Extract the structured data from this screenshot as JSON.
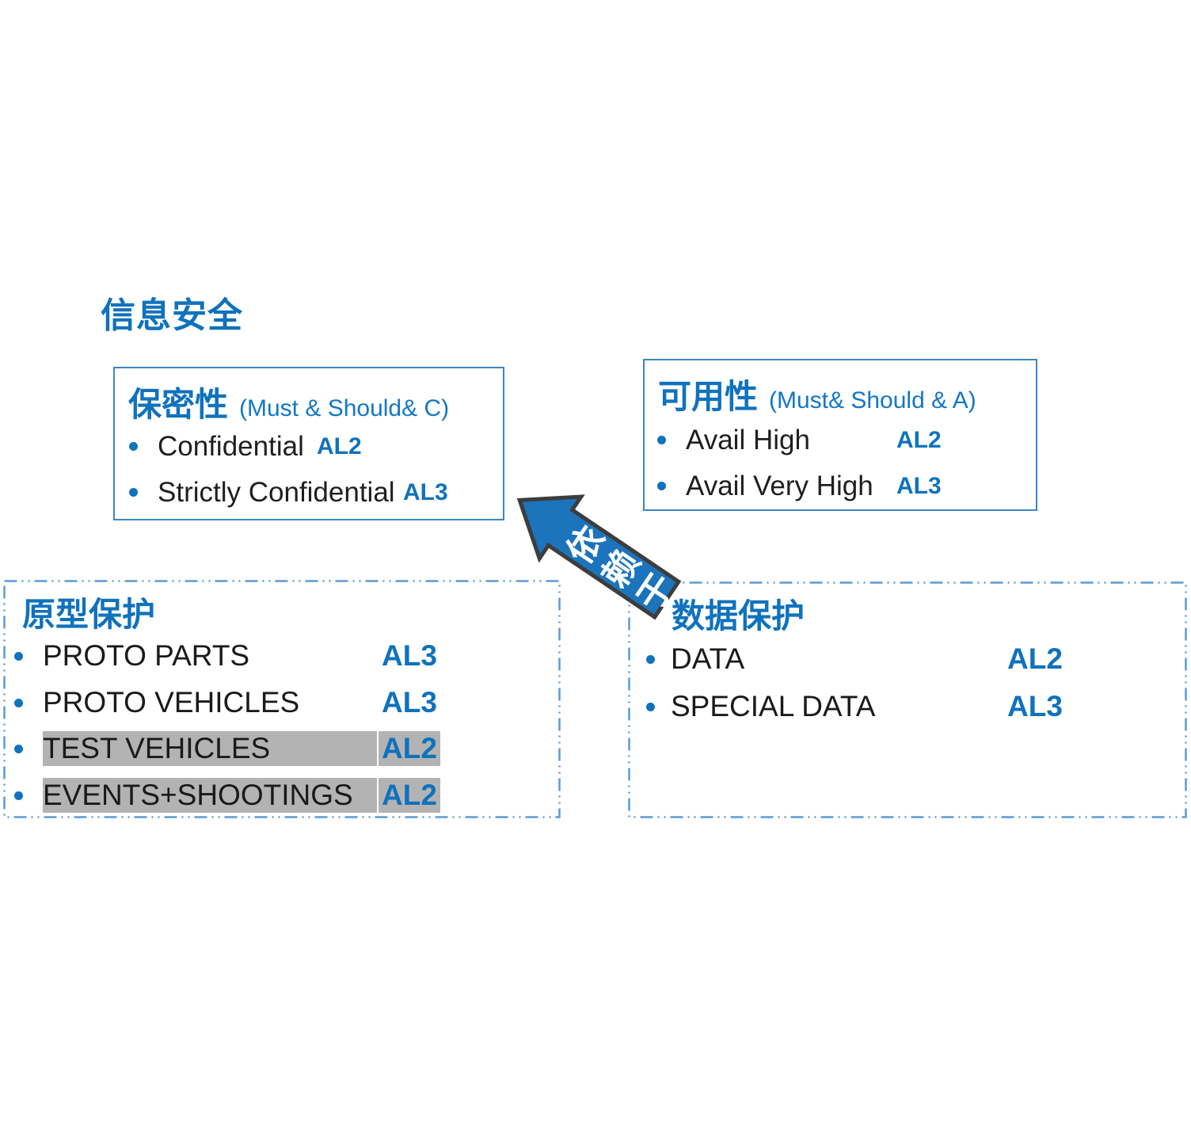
{
  "title": "信息安全",
  "boxes": {
    "confidentiality": {
      "title": "保密性",
      "subtitle": "(Must & Should& C)",
      "items": [
        {
          "label": "Confidential",
          "level": "AL2"
        },
        {
          "label": "Strictly Confidential",
          "level": "AL3"
        }
      ]
    },
    "availability": {
      "title": "可用性",
      "subtitle": "(Must& Should & A)",
      "items": [
        {
          "label": "Avail High",
          "level": "AL2"
        },
        {
          "label": "Avail Very High",
          "level": "AL3"
        }
      ]
    },
    "prototype": {
      "title": "原型保护",
      "items": [
        {
          "label": "PROTO PARTS",
          "level": "AL3",
          "highlighted": false
        },
        {
          "label": "PROTO VEHICLES",
          "level": "AL3",
          "highlighted": false
        },
        {
          "label": "TEST VEHICLES",
          "level": "AL2",
          "highlighted": true
        },
        {
          "label": "EVENTS+SHOOTINGS",
          "level": "AL2",
          "highlighted": true
        }
      ]
    },
    "data": {
      "title": "数据保护",
      "items": [
        {
          "label": "DATA",
          "level": "AL2"
        },
        {
          "label": "SPECIAL DATA",
          "level": "AL3"
        }
      ]
    }
  },
  "arrow": {
    "label": "依赖于",
    "chars": [
      "依",
      "赖",
      "于"
    ]
  },
  "colors": {
    "accent_blue": "#0f72bd",
    "solid_border": "#3a85c4",
    "dashed_border": "#5b9bd5",
    "highlight_gray": "#b3b3b3",
    "arrow_fill": "#1b74bc",
    "arrow_outline": "#3d3d3d",
    "body_text": "#1f1f1f"
  }
}
